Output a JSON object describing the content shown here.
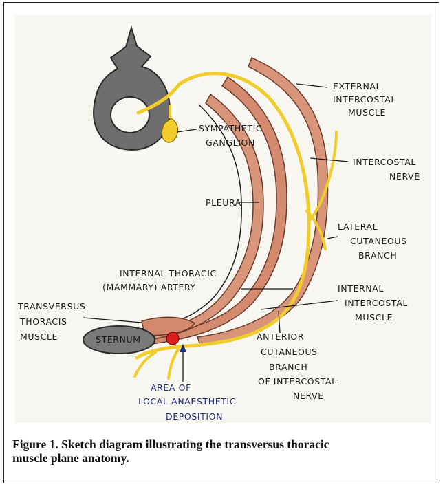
{
  "labels": {
    "external_intercostal": [
      "EXTERNAL",
      "INTERCOSTAL",
      "MUSCLE"
    ],
    "sympathetic_ganglion": [
      "SYMPATHETIC",
      "GANGLION"
    ],
    "intercostal_nerve": [
      "INTERCOSTAL",
      "NERVE"
    ],
    "pleura": "PLEURA",
    "lateral_cutaneous": [
      "LATERAL",
      "CUTANEOUS",
      "BRANCH"
    ],
    "internal_thoracic": [
      "INTERNAL THORACIC",
      "(MAMMARY) ARTERY"
    ],
    "transversus_thoracis": [
      "TRANSVERSUS",
      "THORACIS",
      "MUSCLE"
    ],
    "internal_intercostal": [
      "INTERNAL",
      "INTERCOSTAL",
      "MUSCLE"
    ],
    "sternum": "STERNUM",
    "anterior_cutaneous": [
      "ANTERIOR",
      "CUTANEOUS",
      "BRANCH",
      "OF INTERCOSTAL",
      "NERVE"
    ],
    "area_deposition": [
      "AREA OF",
      "LOCAL ANAESTHETIC",
      "DEPOSITION"
    ]
  },
  "caption": {
    "line1": "Figure 1.  Sketch diagram illustrating the transversus thoracic",
    "line2": "muscle plane anatomy."
  },
  "colors": {
    "bone": "#6e6e6e",
    "muscle": "#d9957a",
    "nerve": "#f2cc2a",
    "artery": "#d81e1e",
    "paper": "#f7f6f1",
    "ink": "#1a1a1a",
    "blue_ink": "#1f2a7a"
  }
}
